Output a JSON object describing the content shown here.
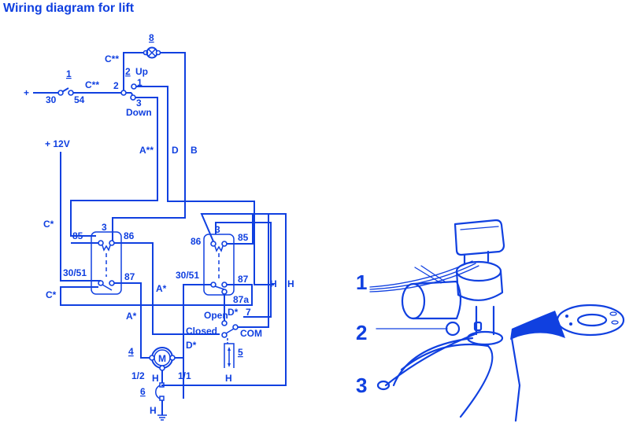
{
  "title": "Wiring diagram for lift",
  "components": {
    "switch_1": {
      "number": "1",
      "terminals": [
        "30",
        "54"
      ]
    },
    "switch_2": {
      "number": "2",
      "label_up": "Up",
      "label_down": "Down",
      "terminals": [
        "2",
        "1",
        "3"
      ]
    },
    "lamp_8": {
      "number": "8"
    },
    "relay_left": {
      "number": "3",
      "terminals": [
        "85",
        "86",
        "30/51",
        "87"
      ]
    },
    "relay_right": {
      "number": "3",
      "terminals": [
        "86",
        "85",
        "30/51",
        "87",
        "87a"
      ]
    },
    "limit_switch_7": {
      "number": "7",
      "positions": [
        "Open",
        "Closed",
        "COM"
      ]
    },
    "actuator_5": {
      "number": "5",
      "wire": "H"
    },
    "motor_4": {
      "number": "4",
      "symbol": "M",
      "terminals": [
        "1/2",
        "1/1"
      ],
      "wire": "H"
    },
    "connector_6": {
      "number": "6",
      "wire": "H"
    }
  },
  "supply": {
    "plus": "+",
    "plus_12v": "+ 12V"
  },
  "wire_labels": {
    "c_double_1": "C**",
    "c_double_2": "C**",
    "a_double": "A**",
    "d": "D",
    "b": "B",
    "c_star_1": "C*",
    "c_star_2": "C*",
    "a_star_1": "A*",
    "a_star_2": "A*",
    "d_star_1": "D*",
    "d_star_2": "D*",
    "h_1": "H",
    "h_2": "H"
  },
  "illustration": {
    "callouts": [
      "1",
      "2",
      "3"
    ]
  },
  "colors": {
    "ink": "#1040e0",
    "background": "#ffffff"
  }
}
